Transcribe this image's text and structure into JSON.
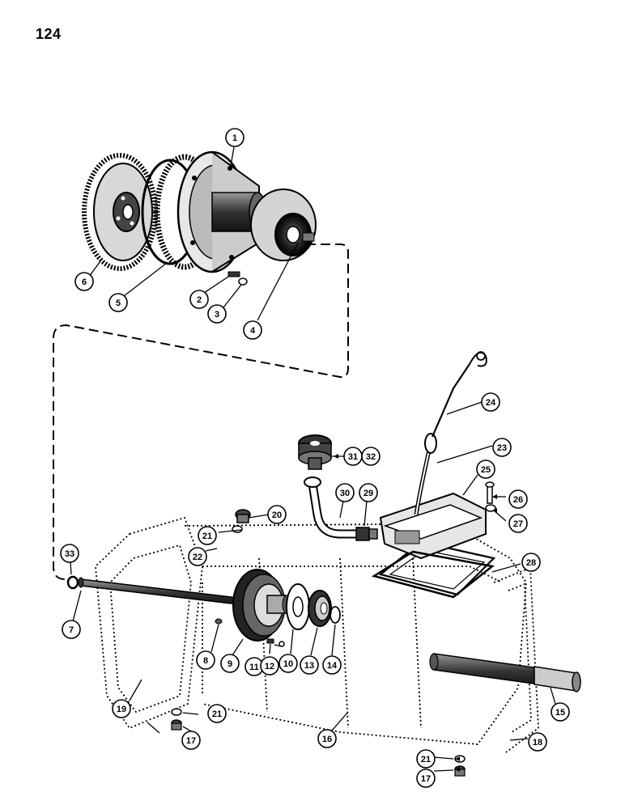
{
  "page_number": "124",
  "callouts": [
    {
      "id": "c1",
      "label": "1"
    },
    {
      "id": "c2",
      "label": "2"
    },
    {
      "id": "c3",
      "label": "3"
    },
    {
      "id": "c4",
      "label": "4"
    },
    {
      "id": "c5",
      "label": "5"
    },
    {
      "id": "c6",
      "label": "6"
    },
    {
      "id": "c7",
      "label": "7"
    },
    {
      "id": "c8",
      "label": "8"
    },
    {
      "id": "c9",
      "label": "9"
    },
    {
      "id": "c10",
      "label": "10"
    },
    {
      "id": "c11a",
      "label": "11"
    },
    {
      "id": "c12",
      "label": "12"
    },
    {
      "id": "c13",
      "label": "13"
    },
    {
      "id": "c14",
      "label": "14"
    },
    {
      "id": "c15",
      "label": "15"
    },
    {
      "id": "c16",
      "label": "16"
    },
    {
      "id": "c17a",
      "label": "17"
    },
    {
      "id": "c17b",
      "label": "17"
    },
    {
      "id": "c18",
      "label": "18"
    },
    {
      "id": "c19",
      "label": "19"
    },
    {
      "id": "c20",
      "label": "20"
    },
    {
      "id": "c21a",
      "label": "21"
    },
    {
      "id": "c21b",
      "label": "21"
    },
    {
      "id": "c21c",
      "label": "21"
    },
    {
      "id": "c22",
      "label": "22"
    },
    {
      "id": "c23",
      "label": "23"
    },
    {
      "id": "c24",
      "label": "24"
    },
    {
      "id": "c25",
      "label": "25"
    },
    {
      "id": "c26",
      "label": "26"
    },
    {
      "id": "c27",
      "label": "27"
    },
    {
      "id": "c28",
      "label": "28"
    },
    {
      "id": "c29",
      "label": "29"
    },
    {
      "id": "c30",
      "label": "30"
    },
    {
      "id": "c31a",
      "label": "31"
    },
    {
      "id": "c32",
      "label": "32"
    },
    {
      "id": "c33",
      "label": "33"
    }
  ]
}
